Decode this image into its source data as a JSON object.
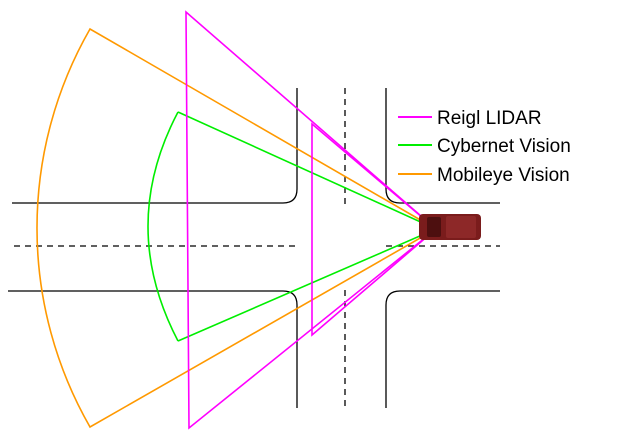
{
  "legend": {
    "items": [
      {
        "label": "Reigl LIDAR",
        "color": "#ff00ff"
      },
      {
        "label": "Cybernet Vision",
        "color": "#00ee00"
      },
      {
        "label": "Mobileye Vision",
        "color": "#ff9900"
      }
    ]
  },
  "vehicle": {
    "color": "#7a1c1c",
    "icon": "car-icon"
  },
  "road_color": "#000000"
}
